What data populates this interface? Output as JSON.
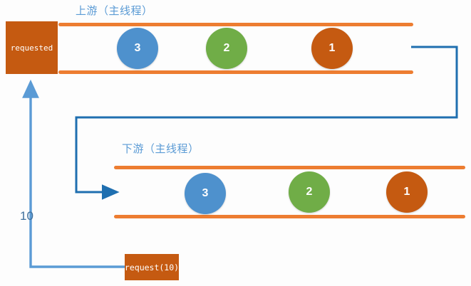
{
  "diagram": {
    "title_upstream": "上游（主线程）",
    "title_downstream": "下游（主线程）",
    "requested_box_label": "requested",
    "request_box_label": "request(10)",
    "demand_count_label": "10",
    "colors": {
      "rail_orange": "#ED7D31",
      "box_orange": "#C55A11",
      "circle_blue": "#4E91CD",
      "circle_green": "#70AD47",
      "circle_orange": "#C55A11",
      "arrow_light_blue": "#5B9BD5",
      "arrow_dark_blue": "#1F6FB0",
      "label_blue": "#5B9BD5",
      "background": "#FDFDFD"
    },
    "upstream_items": [
      {
        "label": "3",
        "color_key": "circle_blue"
      },
      {
        "label": "2",
        "color_key": "circle_green"
      },
      {
        "label": "1",
        "color_key": "circle_orange"
      }
    ],
    "downstream_items": [
      {
        "label": "3",
        "color_key": "circle_blue"
      },
      {
        "label": "2",
        "color_key": "circle_green"
      },
      {
        "label": "1",
        "color_key": "circle_orange"
      }
    ],
    "connectors": [
      {
        "name": "upstream-to-downstream",
        "style": "dark-blue",
        "from": "upstream lane right end",
        "to": "downstream lane left entry"
      },
      {
        "name": "request-to-requested",
        "style": "light-blue",
        "from": "request(10) box",
        "to": "requested box"
      }
    ]
  }
}
